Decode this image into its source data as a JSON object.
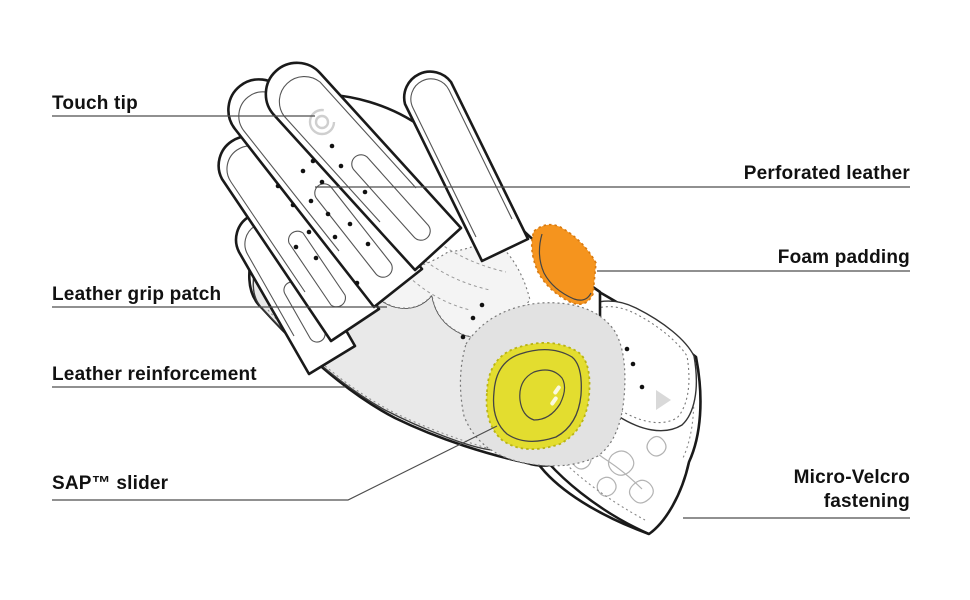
{
  "labels": {
    "touch_tip": "Touch tip",
    "perforated_leather": "Perforated leather",
    "foam_padding": "Foam padding",
    "leather_grip_patch": "Leather grip patch",
    "leather_reinforcement": "Leather reinforcement",
    "sap_slider": "SAP™ slider",
    "micro_velcro": {
      "line1": "Micro-Velcro",
      "line2": "fastening"
    }
  },
  "colors": {
    "foam_padding_orange": "#F5941E",
    "foam_padding_border": "#D87A10",
    "sap_slider_yellow": "#E3DD2F",
    "sap_slider_border": "#B9B414",
    "reinforcement_gray": "#E9E9E9",
    "pad_gray": "#E2E2E2",
    "grip_patch_gray": "#F4F4F4",
    "outline_black": "#1A1A1A",
    "leader_line_gray": "#4D4D4D"
  }
}
